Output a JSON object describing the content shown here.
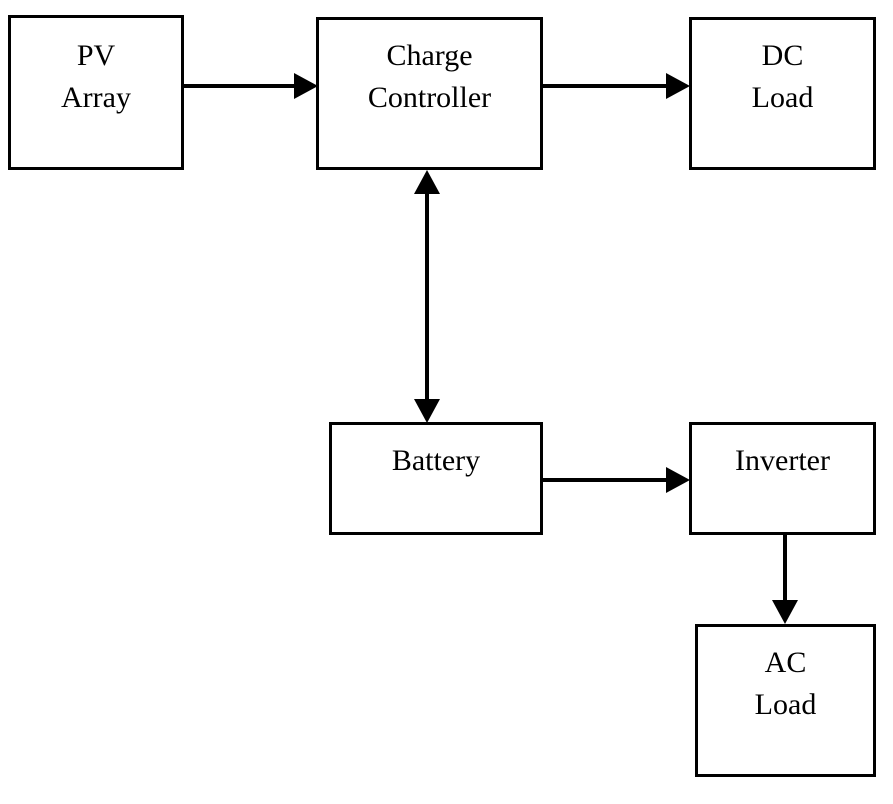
{
  "blocks": {
    "pv_array": {
      "line1": "PV",
      "line2": "Array"
    },
    "charge_controller": {
      "line1": "Charge",
      "line2": "Controller"
    },
    "dc_load": {
      "line1": "DC",
      "line2": "Load"
    },
    "battery": {
      "line1": "Battery"
    },
    "inverter": {
      "line1": "Inverter"
    },
    "ac_load": {
      "line1": "AC",
      "line2": "Load"
    }
  },
  "colors": {
    "stroke": "#000000",
    "background": "#ffffff"
  }
}
